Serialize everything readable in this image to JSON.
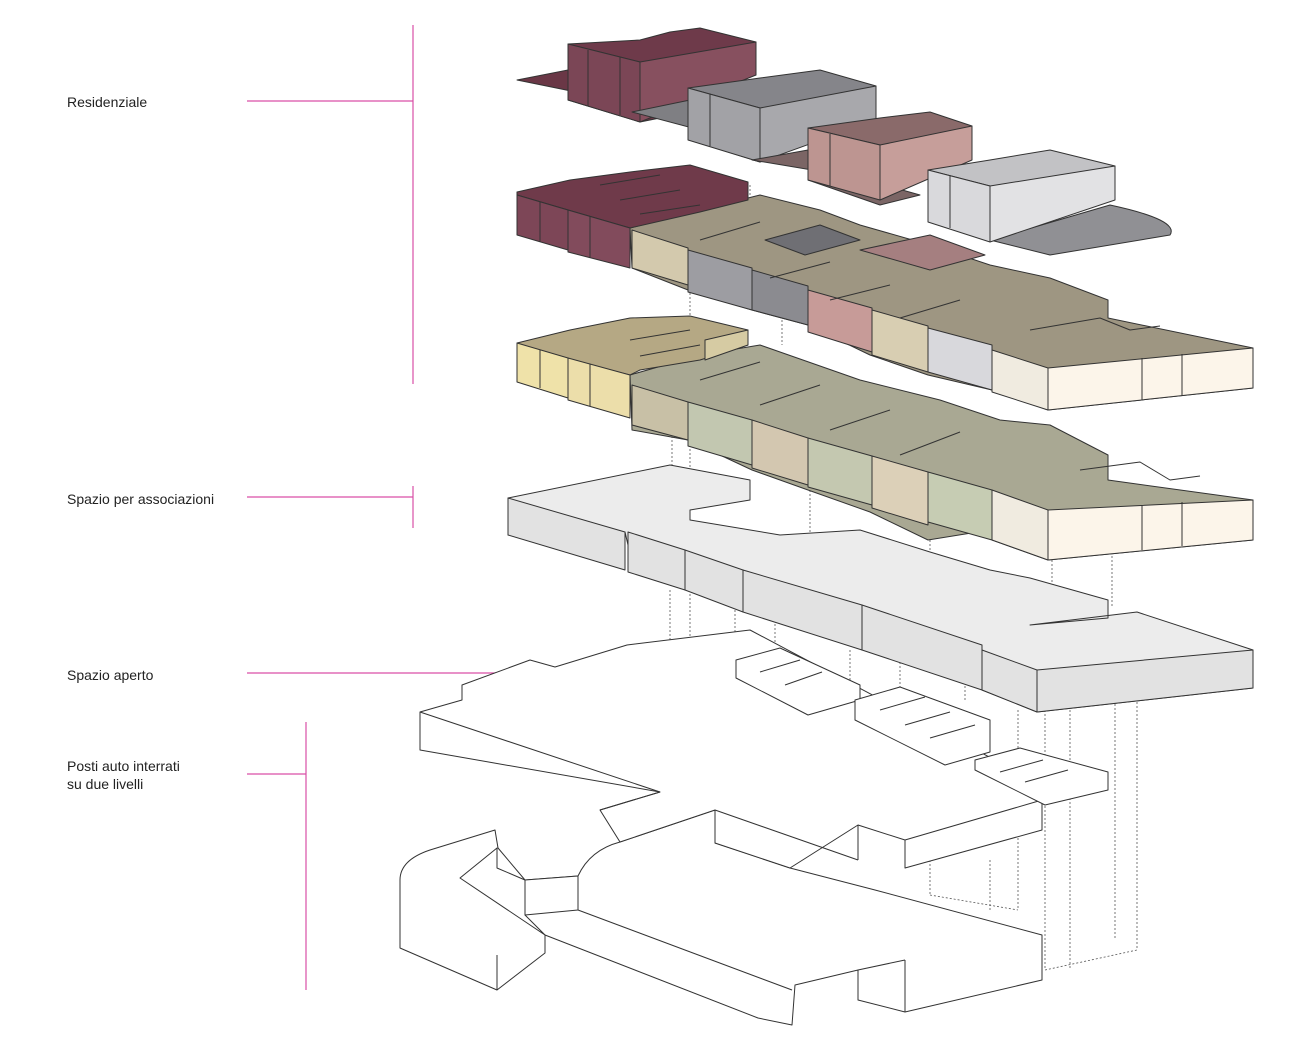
{
  "labels": {
    "residential": "Residenziale",
    "associations": "Spazio per associazioni",
    "open_space": "Spazio aperto",
    "parking": "Posti auto interrati\nsu due livelli"
  },
  "colors": {
    "leader": "#d94fa6",
    "plum": "#7e4b58",
    "grey": "#9a9a9a",
    "rose": "#b98f8b",
    "light_grey": "#d8d8d8",
    "tan": "#b3a98f",
    "olive": "#a3a28e",
    "cream": "#fbf6ea",
    "yellow": "#e8dba6",
    "slab": "#ececec",
    "outline": "#333333"
  }
}
